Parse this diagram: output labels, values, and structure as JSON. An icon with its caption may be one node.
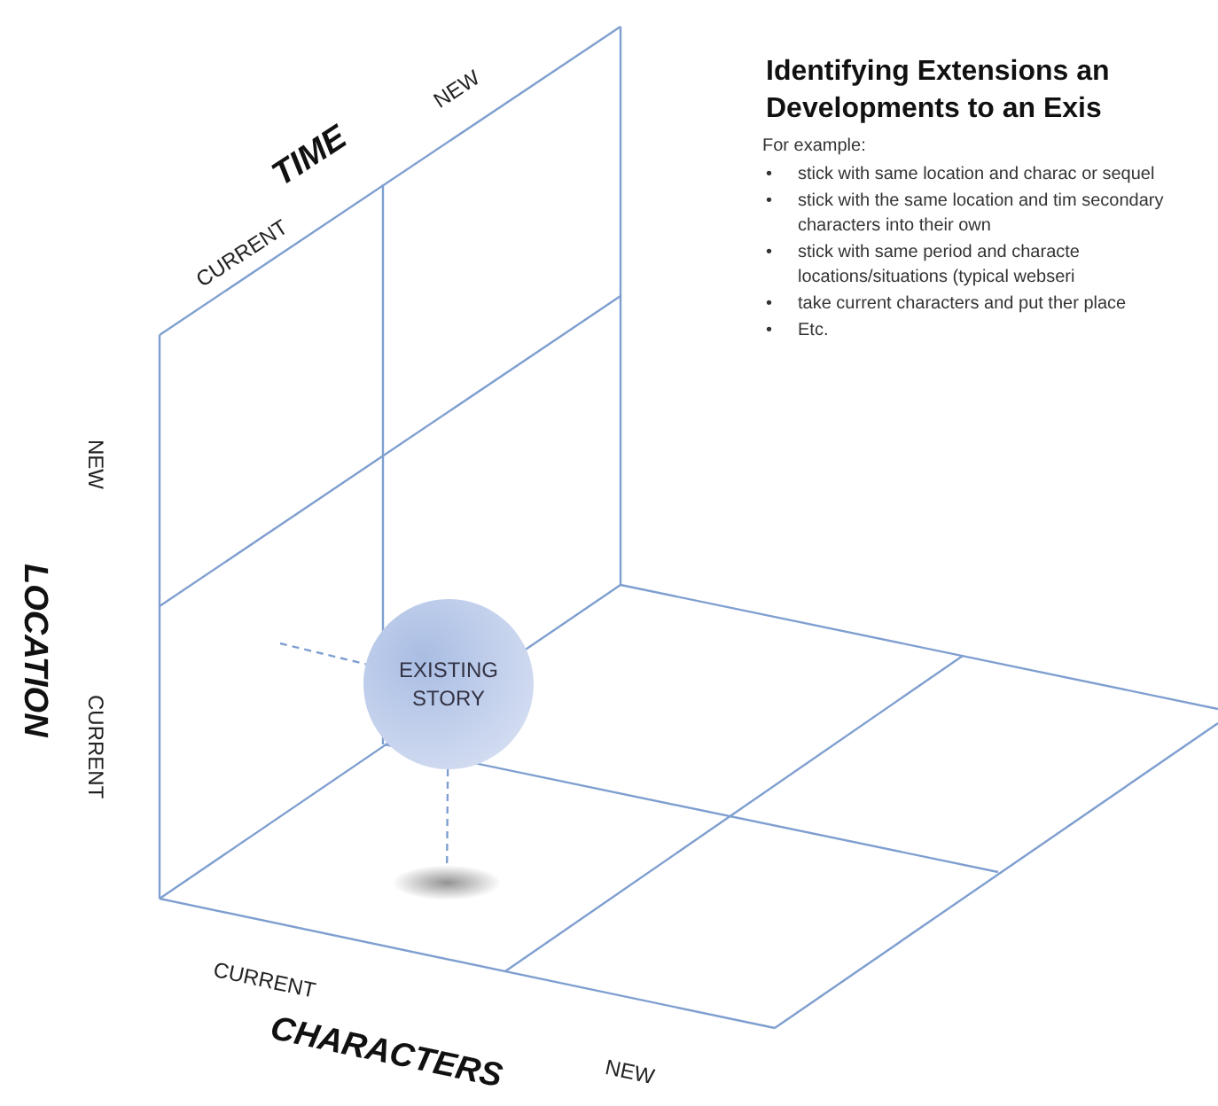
{
  "diagram": {
    "title": "Identifying Extensions an Developments to an Exis",
    "nodes": [
      {
        "text": [
          "EXISTING STORY"
        ]
      },
      {
        "text": [],
        "shape": "ellipse"
      }
    ],
    "edges": [
      {
        "from": null,
        "to": 0,
        "arrow": "none",
        "style": "dashed"
      },
      {
        "from": 0,
        "to": 1,
        "arrow": "none",
        "style": "dashed"
      }
    ],
    "labels": [
      "TIME",
      "NEW",
      "CURRENT",
      "NEW",
      "LOCATION",
      "CURRENT",
      "CURRENT",
      "CHARACTERS",
      "NEW",
      "For example:",
      "•",
      "stick with same location and charac or sequel",
      "•",
      "stick with the same location and tim secondary characters into their own",
      "•",
      "stick with same period and characte locations/situations (typical webseri",
      "•",
      "take current characters and put ther place",
      "•",
      "Etc."
    ]
  }
}
